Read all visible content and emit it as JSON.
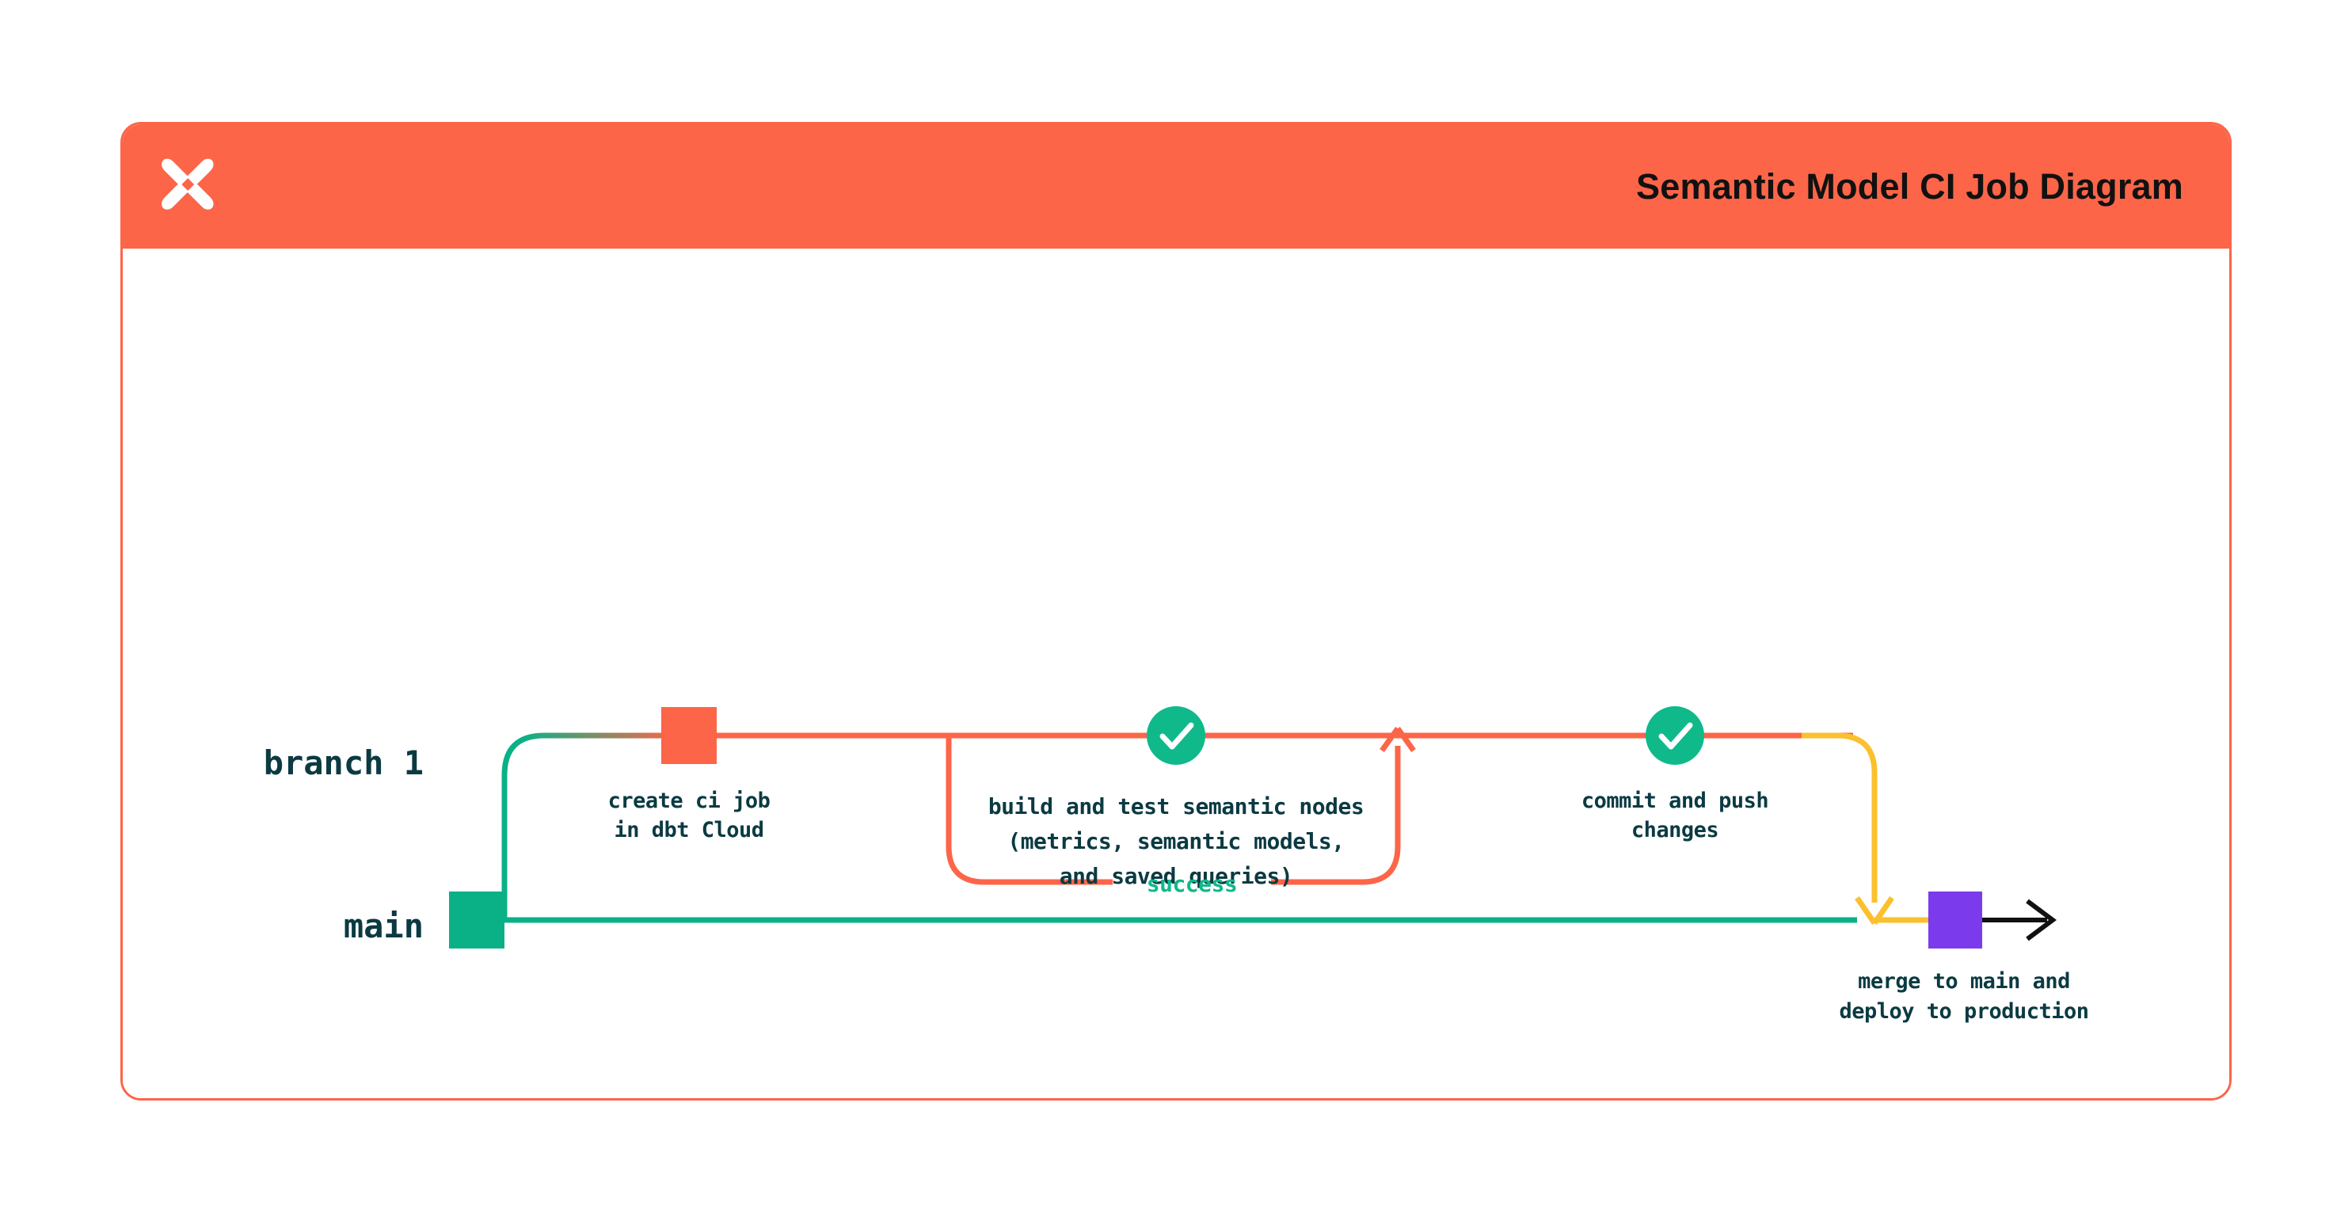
{
  "card": {
    "title": "Semantic Model CI Job Diagram",
    "logo_icon": "dbt-x-logo-icon",
    "header_color": "#FC6548",
    "border_color": "#FC6548",
    "background_color": "#FFFFFF"
  },
  "diagram": {
    "type": "git-branch-flow",
    "lanes": [
      {
        "id": "branch-1",
        "label": "branch 1",
        "color": "#0BB186"
      },
      {
        "id": "main",
        "label": "main",
        "color": "#0BB186"
      }
    ],
    "nodes": [
      {
        "id": "main-start",
        "lane": "main",
        "shape": "square",
        "color": "#0BB186",
        "caption": ""
      },
      {
        "id": "create-ci-job",
        "lane": "branch-1",
        "shape": "square",
        "color": "#FC6548",
        "caption_line_1": "create ci job",
        "caption_line_2": "in dbt Cloud"
      },
      {
        "id": "build-and-test",
        "lane": "branch-1",
        "shape": "check-circle",
        "color": "#0FB98A",
        "icon": "check-circle-icon",
        "caption_line_1": "build and test semantic nodes",
        "caption_line_2": "(metrics, semantic models,",
        "caption_line_3": "and saved queries)"
      },
      {
        "id": "commit-and-push",
        "lane": "branch-1",
        "shape": "check-circle",
        "color": "#0FB98A",
        "icon": "check-circle-icon",
        "caption_line_1": "commit and push",
        "caption_line_2": "changes"
      },
      {
        "id": "merge-to-main",
        "lane": "main",
        "shape": "square",
        "color": "#7C3AED",
        "caption_line_1": "merge to main and",
        "caption_line_2": "deploy to production"
      }
    ],
    "edges": [
      {
        "id": "branch-off",
        "from": "main-start",
        "to": "create-ci-job",
        "color_start": "#0BB186",
        "color_end": "#FC6548"
      },
      {
        "id": "success-loop",
        "label": "success",
        "label_color": "#0FB98A",
        "color": "#FC6548",
        "arrow": "up"
      },
      {
        "id": "push-to-main",
        "from": "commit-and-push",
        "to": "merge-to-main",
        "color": "#FBC02D",
        "arrow": "down"
      },
      {
        "id": "production-continues",
        "from": "merge-to-main",
        "to": "end",
        "color": "#111111",
        "arrow": "right"
      }
    ],
    "colors": {
      "green": "#0BB186",
      "orange": "#FC6548",
      "yellow": "#FBC02D",
      "purple": "#7C3AED",
      "check_green": "#0FB98A",
      "text_dark": "#0B3A42",
      "black": "#111111"
    }
  }
}
